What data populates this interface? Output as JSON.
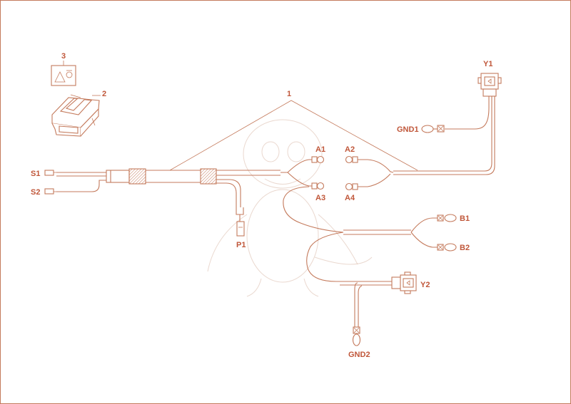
{
  "diagram": {
    "colors": {
      "line": "#c47a5c",
      "label": "#c0573a"
    },
    "labels": {
      "harness": "1",
      "switch": "2",
      "switch_symbol": "3",
      "s1": "S1",
      "s2": "S2",
      "p1": "P1",
      "a1": "A1",
      "a2": "A2",
      "a3": "A3",
      "a4": "A4",
      "b1": "B1",
      "b2": "B2",
      "y1": "Y1",
      "y2": "Y2",
      "gnd1": "GND1",
      "gnd2": "GND2"
    }
  }
}
